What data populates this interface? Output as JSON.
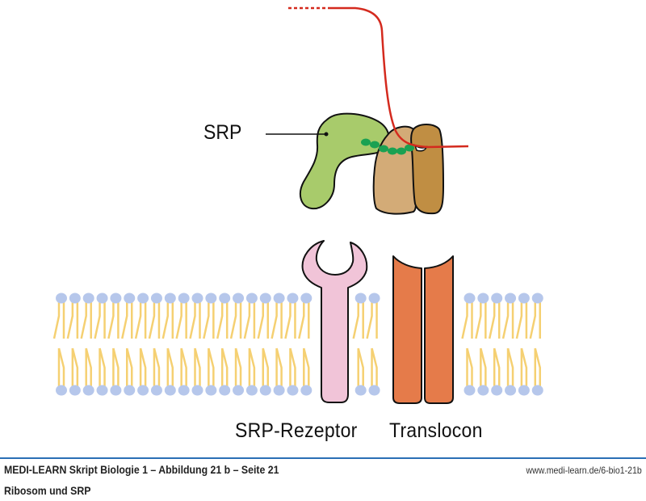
{
  "diagram": {
    "labels": {
      "srp": "SRP",
      "srp_receptor": "SRP-Rezeptor",
      "translocon": "Translocon"
    },
    "components": [
      "mRNA strand",
      "SRP (signal recognition particle)",
      "signal peptide",
      "ribosome small subunit",
      "ribosome large subunit",
      "SRP receptor",
      "translocon",
      "lipid bilayer membrane"
    ],
    "colors": {
      "mrna": "#d42a1e",
      "srp": "#a8cb6b",
      "signal_peptide": "#1aa152",
      "ribosome_large": "#d3ab77",
      "ribosome_small": "#c08e43",
      "receptor": "#f1c4d8",
      "translocon": "#e57b4a",
      "lipid_head": "#b6c7eb",
      "lipid_tail": "#f5d072",
      "footer_rule": "#2a6fb5"
    }
  },
  "footer": {
    "title": "MEDI-LEARN Skript Biologie 1 – Abbildung 21 b – Seite 21",
    "subtitle": "Ribosom und SRP",
    "url": "www.medi-learn.de/6-bio1-21b"
  }
}
